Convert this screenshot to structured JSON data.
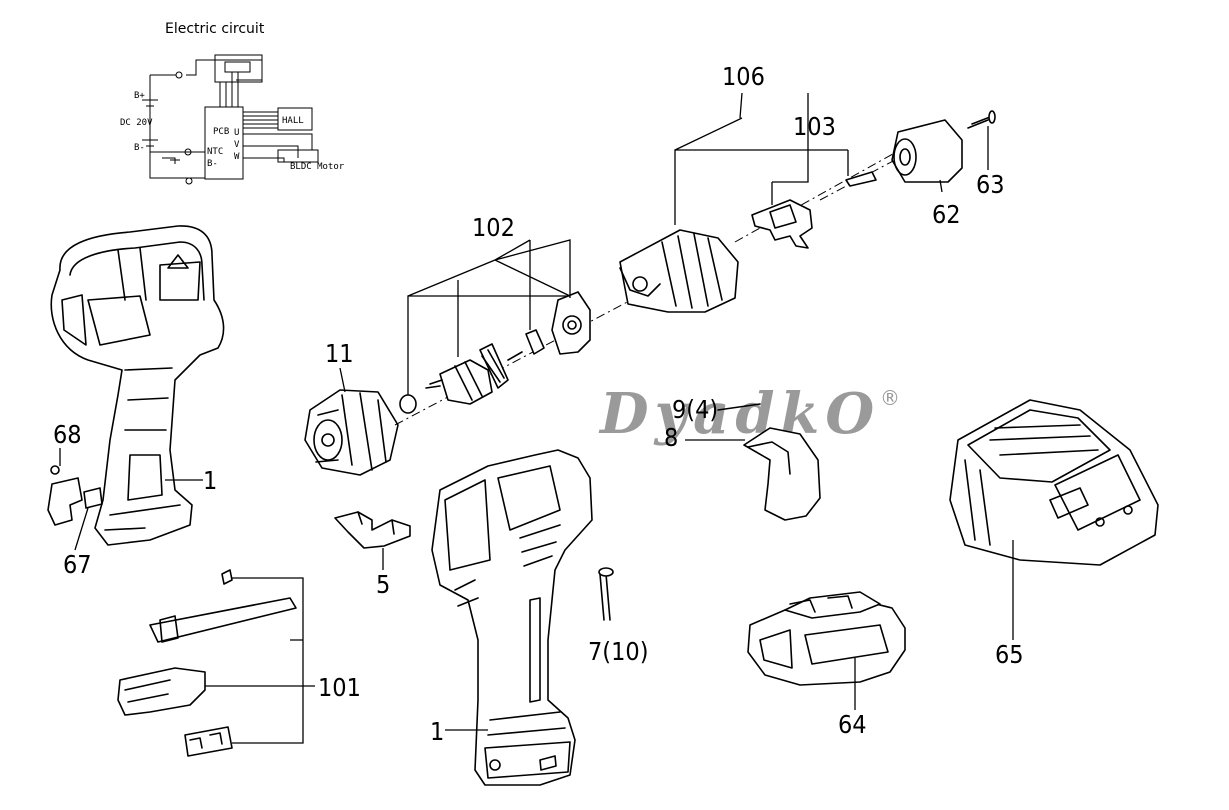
{
  "circuit": {
    "title": "Electric circuit",
    "labels": {
      "bplus": "B+",
      "voltage": "DC 20V",
      "bminus": "B-",
      "pcb": "PCB",
      "hall": "HALL",
      "ntc": "NTC",
      "bminus_pin": "B-",
      "u": "U",
      "v": "V",
      "w": "W",
      "motor": "BLDC Motor"
    }
  },
  "watermark": {
    "text": "DyadkO",
    "mark": "®"
  },
  "callouts": {
    "p1a": "1",
    "p1b": "1",
    "p5": "5",
    "p7": "7(10)",
    "p8": "8",
    "p9": "9(4)",
    "p11": "11",
    "p62": "62",
    "p63": "63",
    "p64": "64",
    "p65": "65",
    "p67": "67",
    "p68": "68",
    "p101": "101",
    "p102": "102",
    "p103": "103",
    "p106": "106"
  }
}
